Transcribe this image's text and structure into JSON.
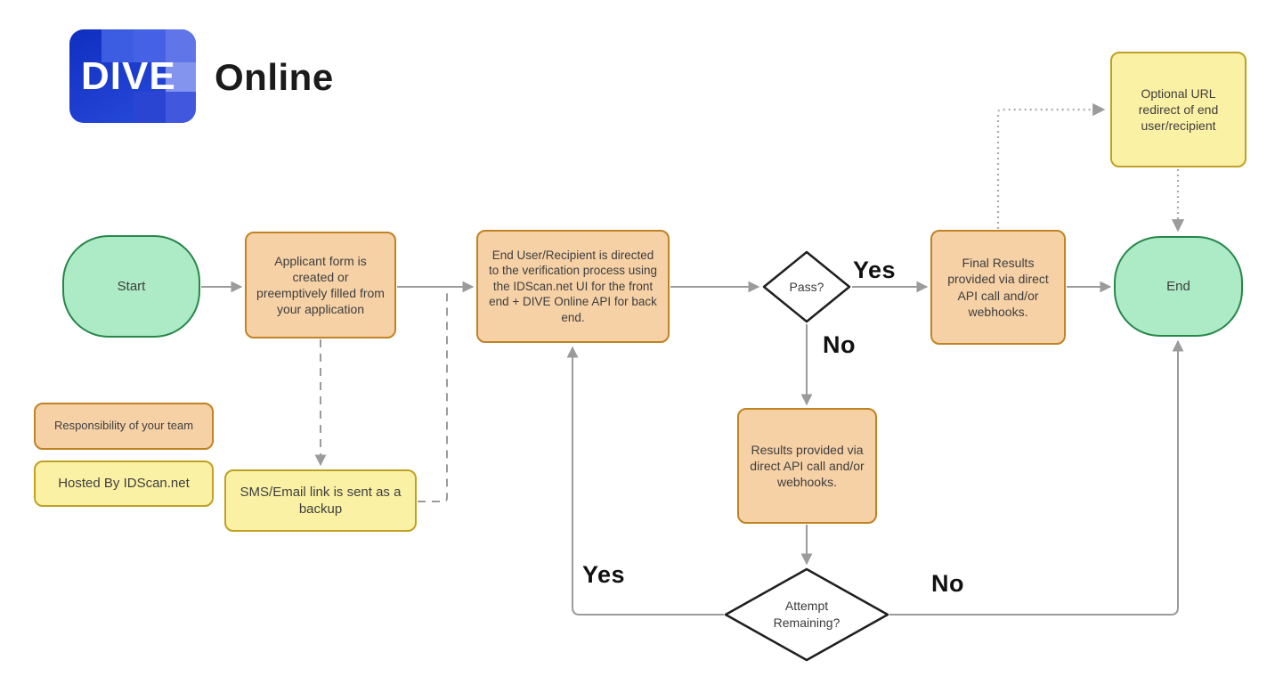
{
  "logo": {
    "brand": "DIVE",
    "product": "Online"
  },
  "colors": {
    "line": "#9b9b9b",
    "dotted": "#ababab",
    "peach-fill": "#F6D1A6",
    "peach-border": "#C08324",
    "yellow-fill": "#FBF1A4",
    "yellow-border": "#BFA125",
    "green-fill": "#ACEBC5",
    "green-border": "#27864A",
    "diamond-border": "#1f1f1f",
    "text": "#3e3e3e",
    "label": "#111111"
  },
  "nodes": {
    "start": {
      "label": "Start"
    },
    "applicant_form": {
      "label": "Applicant form is created or preemptively filled from your application"
    },
    "sms_backup": {
      "label": "SMS/Email link is sent as a backup"
    },
    "verification": {
      "label": "End User/Recipient is directed to the verification process using the IDScan.net UI for the front end + DIVE Online API for back end."
    },
    "pass_decision": {
      "label": "Pass?"
    },
    "final_results": {
      "label": "Final Results provided via direct API call and/or webhooks."
    },
    "end": {
      "label": "End"
    },
    "url_redirect": {
      "label": "Optional URL redirect of end user/recipient"
    },
    "results": {
      "label": "Results provided via direct API call and/or webhooks."
    },
    "attempt_decision": {
      "label": "Attempt Remaining?"
    }
  },
  "edge_labels": {
    "pass_yes": "Yes",
    "pass_no": "No",
    "attempt_yes": "Yes",
    "attempt_no": "No"
  },
  "legend": {
    "your_team": "Responsibility of your team",
    "idscan": "Hosted By IDScan.net"
  }
}
